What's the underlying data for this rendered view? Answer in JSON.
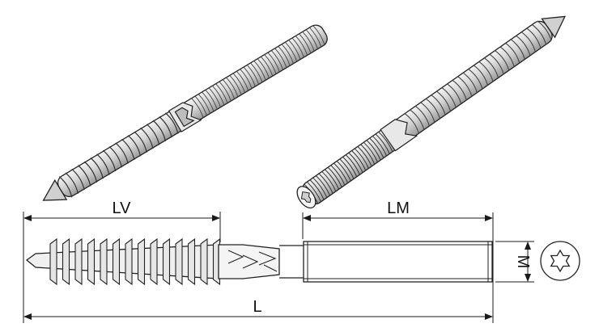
{
  "dimensions": {
    "lv": "LV",
    "lm": "LM",
    "m": "M",
    "l": "L"
  },
  "colors": {
    "line": "#1a1a1a",
    "metal_light": "#e6e6e6",
    "metal_mid": "#c4c4c4",
    "metal_dark": "#8e8e8e",
    "background": "#ffffff"
  },
  "icons": {
    "drive_symbol": "torx-star-icon"
  }
}
